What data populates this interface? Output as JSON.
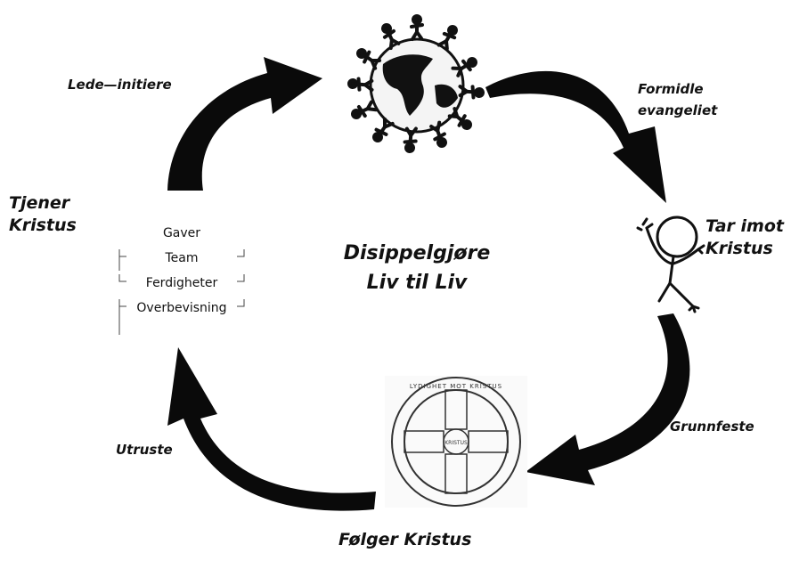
{
  "center": {
    "line1": "Disippelgjøre",
    "line2": "Liv til Liv"
  },
  "stages": {
    "serve": {
      "line1": "Tjener",
      "line2": "Kristus"
    },
    "receive": {
      "line1": "Tar imot",
      "line2": "Kristus"
    },
    "follow": "Følger Kristus"
  },
  "actions": {
    "lead": "Lede—initiere",
    "proclaim_line1": "Formidle",
    "proclaim_line2": "evangeliet",
    "ground": "Grunnfeste",
    "equip": "Utruste"
  },
  "skills": [
    "Gaver",
    "Team",
    "Ferdigheter",
    "Overbevisning"
  ],
  "wheel": {
    "rim_text": "LYDIGHET MOT KRISTUS",
    "hub_text": "KRISTUS"
  },
  "colors": {
    "arrow": "#0a0a0a",
    "text": "#111111",
    "background": "#ffffff"
  }
}
